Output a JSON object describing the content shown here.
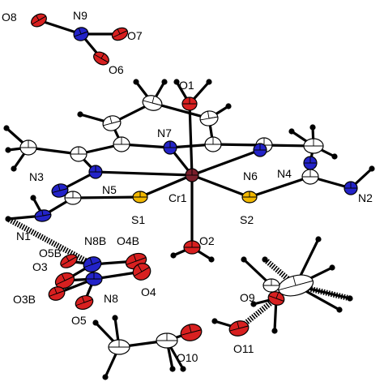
{
  "figure": {
    "element_colors": {
      "C": "#ffffff",
      "N": "#2323c8",
      "O": "#d82020",
      "S": "#f2b800",
      "Cr": "#7a1f2b",
      "H": "#000000"
    },
    "labels": {
      "O8": "O8",
      "N9": "N9",
      "O7": "O7",
      "O6": "O6",
      "O1": "O1",
      "N7": "N7",
      "N3": "N3",
      "N5": "N5",
      "Cr1": "Cr1",
      "N6": "N6",
      "N4": "N4",
      "N2": "N2",
      "S1": "S1",
      "S2": "S2",
      "N1": "N1",
      "O5B": "O5B",
      "N8B": "N8B",
      "O4B": "O4B",
      "O2": "O2",
      "O3": "O3",
      "O4": "O4",
      "O3B": "O3B",
      "N8": "N8",
      "O5": "O5",
      "O9": "O9",
      "O11": "O11",
      "O10": "O10"
    }
  }
}
